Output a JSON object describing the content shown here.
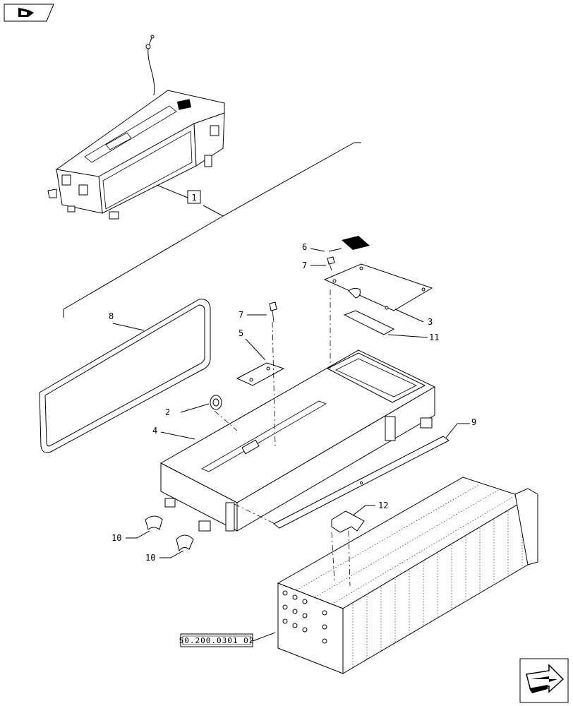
{
  "nav": {
    "back_icon": "back-arrow-icon",
    "next_icon": "next-arrow-icon"
  },
  "callouts": {
    "c1": "1",
    "c2": "2",
    "c3": "3",
    "c4": "4",
    "c5": "5",
    "c6": "6",
    "c7a": "7",
    "c7b": "7",
    "c8": "8",
    "c9": "9",
    "c10a": "10",
    "c10b": "10",
    "c11": "11",
    "c12": "12"
  },
  "reference": "50.200.0301 02"
}
